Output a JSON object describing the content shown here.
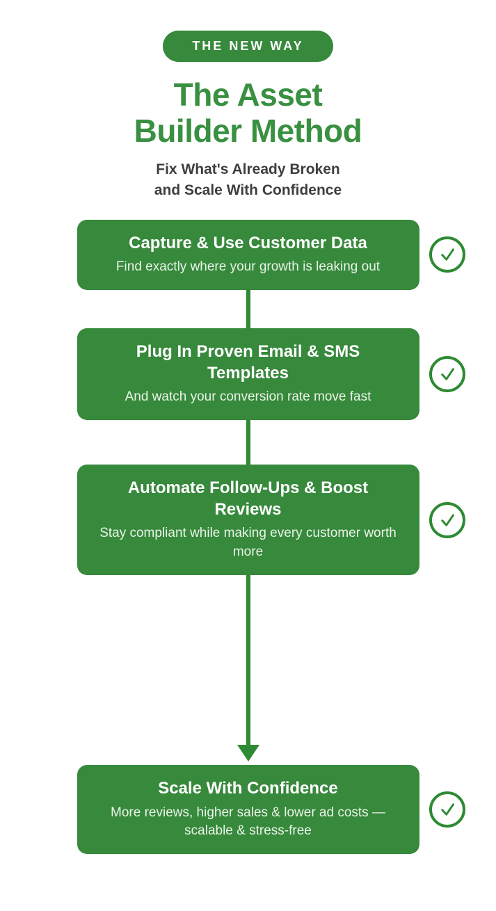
{
  "badge": {
    "label": "THE NEW WAY"
  },
  "title": {
    "line1": "The Asset",
    "line2": "Builder Method"
  },
  "subtitle": {
    "line1": "Fix What's Already Broken",
    "line2": "and Scale With Confidence"
  },
  "steps": [
    {
      "title": "Capture & Use Customer Data",
      "description": "Find exactly where your growth is leaking out",
      "icon": "check-circle-icon"
    },
    {
      "title": "Plug In Proven Email & SMS Templates",
      "description": "And watch your conversion rate move fast",
      "icon": "check-circle-icon"
    },
    {
      "title": "Automate Follow-Ups & Boost Reviews",
      "description": "Stay compliant while making every customer worth more",
      "icon": "check-circle-icon"
    },
    {
      "title": "Scale With Confidence",
      "description": "More reviews, higher sales & lower ad costs — scalable & stress-free",
      "icon": "check-circle-icon"
    }
  ],
  "connectors": [
    "line",
    "line",
    "arrow"
  ],
  "colors": {
    "box_green": "#37893C",
    "heading_green": "#389040",
    "connector_green": "#2E8A33",
    "check_green": "#2E8A33",
    "subtitle_gray": "#3E3E3E",
    "desc_white": "#EAF4E8",
    "background": "#FFFFFF"
  }
}
